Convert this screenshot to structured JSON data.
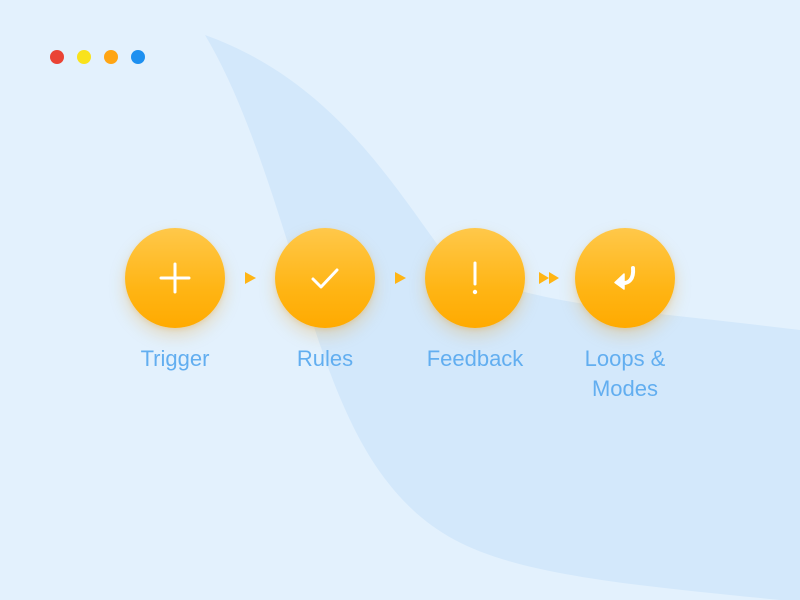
{
  "window_controls": {
    "dots": [
      {
        "name": "red-dot",
        "color": "#ea4335"
      },
      {
        "name": "yellow-dot",
        "color": "#f9e21c"
      },
      {
        "name": "orange-dot",
        "color": "#ffa514"
      },
      {
        "name": "blue-dot",
        "color": "#1e90f0"
      }
    ]
  },
  "flow": {
    "steps": [
      {
        "label": "Trigger",
        "icon": "plus-icon"
      },
      {
        "label": "Rules",
        "icon": "checkmark-icon"
      },
      {
        "label": "Feedback",
        "icon": "exclamation-icon"
      },
      {
        "label": "Loops &\nModes",
        "icon": "return-arrow-icon"
      }
    ],
    "connectors": [
      {
        "icon": "play-arrow-icon"
      },
      {
        "icon": "play-arrow-icon"
      },
      {
        "icon": "fast-forward-icon"
      }
    ]
  },
  "colors": {
    "accent": "#ffb515",
    "label": "#62aef0",
    "background": "#e3f1fd",
    "wave": "#d3e8fb"
  }
}
